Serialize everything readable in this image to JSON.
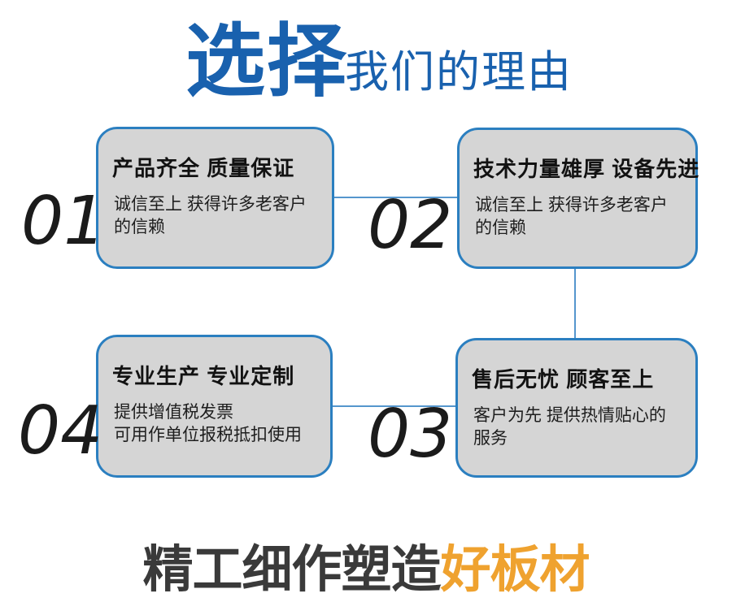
{
  "title": {
    "highlight": "选择",
    "rest": "我们的理由"
  },
  "items": [
    {
      "number": "01",
      "heading": "产品齐全 质量保证",
      "body": "诚信至上 获得许多老客户\n的信赖"
    },
    {
      "number": "02",
      "heading": "技术力量雄厚 设备先进",
      "body": "诚信至上 获得许多老客户\n的信赖"
    },
    {
      "number": "03",
      "heading": "售后无忧 顾客至上",
      "body": "客户为先 提供热情贴心的\n服务"
    },
    {
      "number": "04",
      "heading": "专业生产 专业定制",
      "body": "提供增值税发票\n可用作单位报税抵扣使用"
    }
  ],
  "tagline": {
    "dark": "精工细作塑造",
    "accent": "好板材"
  },
  "colors": {
    "title_blue": "#1961ae",
    "box_border_blue": "#2b7fc0",
    "box_fill_gray": "#d5d5d5",
    "connector_blue": "#5596cd",
    "number_black": "#1b1b1b",
    "tagline_dark": "#3a3a3a",
    "tagline_accent_orange": "#efa22f"
  }
}
